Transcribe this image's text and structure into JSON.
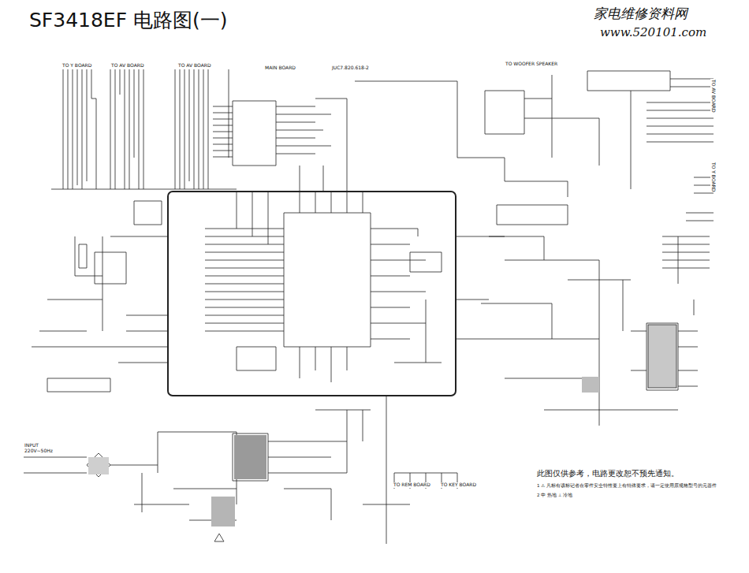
{
  "diagram": {
    "title": "SF3418EF 电路图(一)",
    "labels": [
      "家电维修资料网",
      "www.520101.com",
      "TO Y BOARD",
      "TO AV BOARD",
      "TO AV BOARD",
      "MAIN BOARD",
      "JUC7.820.618-2",
      "TO WOOFER SPEAKER",
      "TO AV BOARD",
      "TO Y BOARD",
      "INPUT 220V~50Hz",
      "TO REM BOARD",
      "TO KEY BOARD",
      "此图仅供参考，电路更改恕不预先通知。",
      "1  ⚠ 凡标有该标记者在零件安全特性要上有特殊要求，请一定使用原规格型号的元器件",
      "2  中 热地  ⊥ 冷地"
    ]
  }
}
